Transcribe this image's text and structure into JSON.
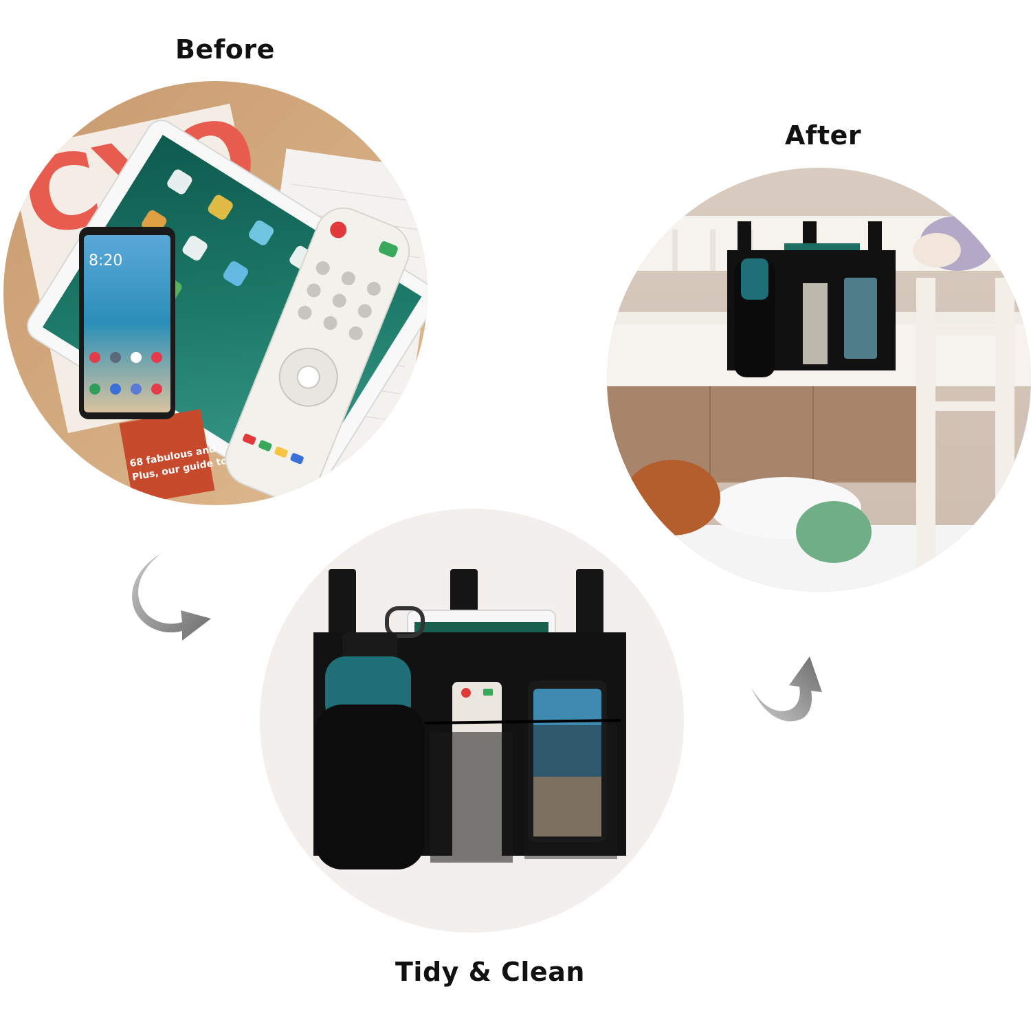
{
  "labels": {
    "before": "Before",
    "after": "After",
    "tidy": "Tidy & Clean"
  },
  "icons": {
    "arrow_left": "curved-arrow-icon",
    "arrow_right": "curved-arrow-icon"
  },
  "colors": {
    "text": "#111111",
    "organizer_black": "#111111",
    "bottle_teal": "#1f6f78",
    "arrow_gray": "#8a8a8a"
  }
}
